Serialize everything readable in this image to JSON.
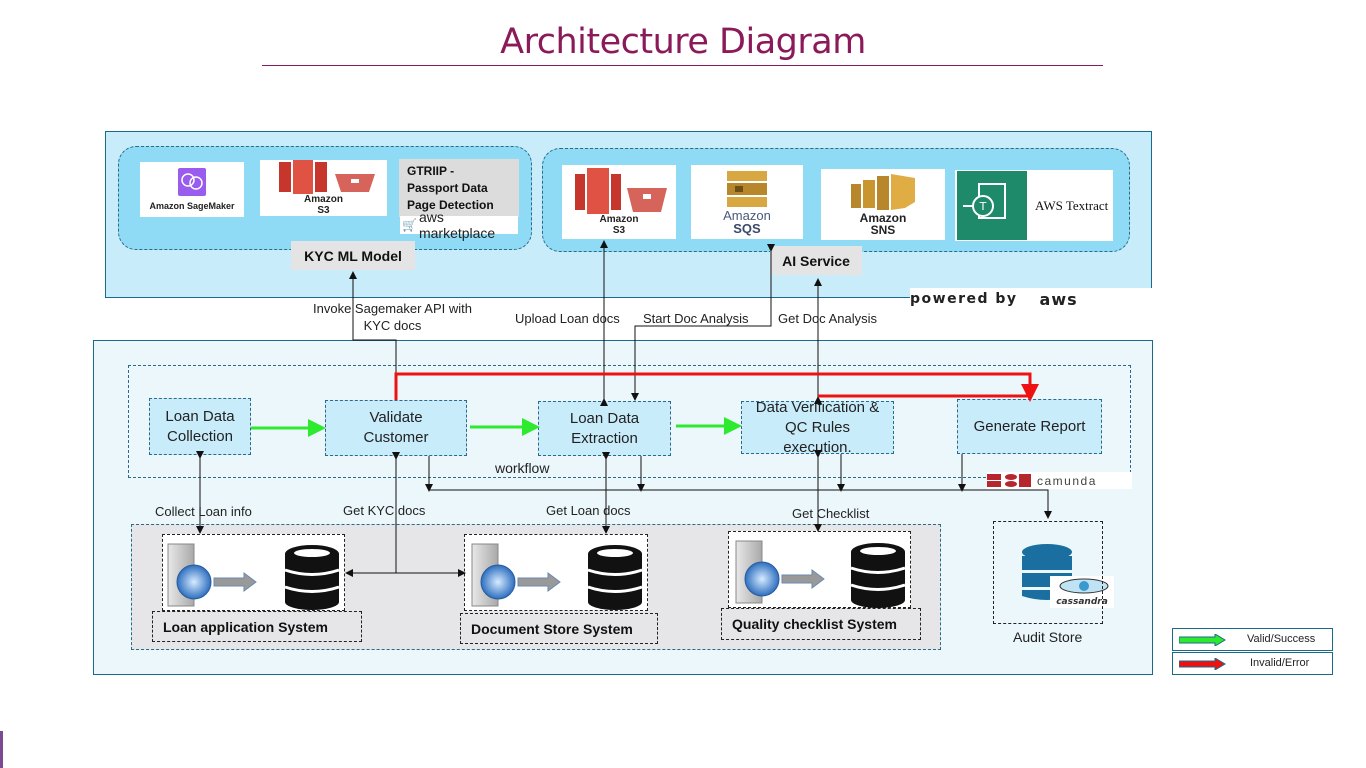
{
  "title": "Architecture Diagram",
  "colors": {
    "title": "#8b1a5a",
    "success": "#2eea2e",
    "error": "#ee1111",
    "panel": "#c9ecfb",
    "group": "#8fdaf4"
  },
  "aws_panel": {
    "kyc_group": {
      "sagemaker_label": "Amazon SageMaker",
      "s3_label_line1": "Amazon",
      "s3_label_line2": "S3",
      "gtriip_line1": "GTRIIP -",
      "gtriip_line2": "Passport Data",
      "gtriip_line3": "Page Detection",
      "marketplace_label": "aws marketplace",
      "tag": "KYC ML Model"
    },
    "ai_group": {
      "s3_label_line1": "Amazon",
      "s3_label_line2": "S3",
      "sqs_label_line1": "Amazon",
      "sqs_label_line2": "SQS",
      "sns_label_line1": "Amazon",
      "sns_label_line2": "SNS",
      "textract_label": "AWS Textract",
      "tag": "AI Service"
    },
    "powered_by": "powered by",
    "aws_logo": "aws"
  },
  "connector_labels": {
    "invoke_line1": "Invoke Sagemaker API with",
    "invoke_line2": "KYC docs",
    "upload": "Upload  Loan docs",
    "start_analysis": "Start Doc Analysis",
    "get_analysis": "Get Doc Analysis",
    "collect": "Collect  Loan info",
    "get_kyc": "Get KYC  docs",
    "get_loan_docs": "Get Loan  docs",
    "get_checklist": "Get  Checklist"
  },
  "workflow": {
    "label": "workflow",
    "engine": "camunda",
    "steps": [
      {
        "line1": "Loan Data",
        "line2": "Collection"
      },
      {
        "line1": "Validate",
        "line2": "Customer"
      },
      {
        "line1": "Loan Data",
        "line2": "Extraction"
      },
      {
        "line1": "Data Verification &",
        "line2": "QC Rules",
        "line3": "execution."
      },
      {
        "line1": "Generate Report"
      }
    ]
  },
  "systems": [
    {
      "label": "Loan application System"
    },
    {
      "label": "Document Store System"
    },
    {
      "label": "Quality checklist System"
    }
  ],
  "audit": {
    "label": "Audit Store",
    "db": "cassandra"
  },
  "legend": [
    {
      "label": "Valid/Success",
      "color": "#2eea2e"
    },
    {
      "label": "Invalid/Error",
      "color": "#ee1111"
    }
  ]
}
